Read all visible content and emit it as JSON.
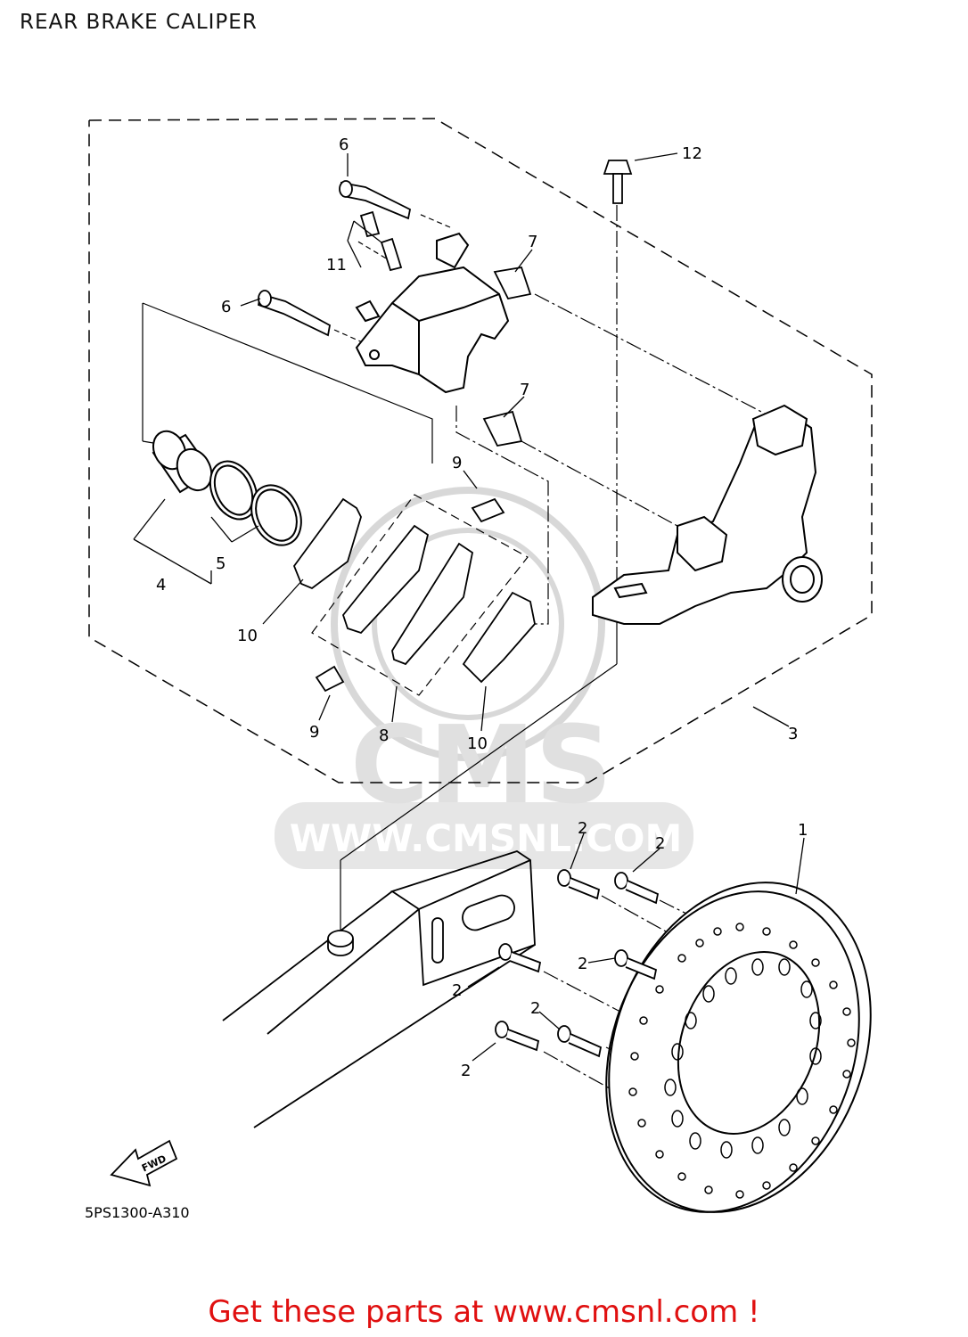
{
  "title": "REAR BRAKE CALIPER",
  "diagram_code": "5PS1300-A310",
  "fwd_label": "FWD",
  "watermark": {
    "brand": "CMS",
    "url": "WWW.CMSNL.COM"
  },
  "callouts": {
    "c1": "1",
    "c2a": "2",
    "c2b": "2",
    "c2c": "2",
    "c2d": "2",
    "c2e": "2",
    "c2f": "2",
    "c3": "3",
    "c4": "4",
    "c5": "5",
    "c6a": "6",
    "c6b": "6",
    "c7a": "7",
    "c7b": "7",
    "c8": "8",
    "c9a": "9",
    "c9b": "9",
    "c10a": "10",
    "c10b": "10",
    "c11": "11",
    "c12": "12"
  },
  "footer": {
    "text": "Get these parts at www.cmsnl.com !"
  },
  "colors": {
    "footer_text": "#e01010",
    "line": "#000000",
    "watermark": "#d6d6d6"
  }
}
